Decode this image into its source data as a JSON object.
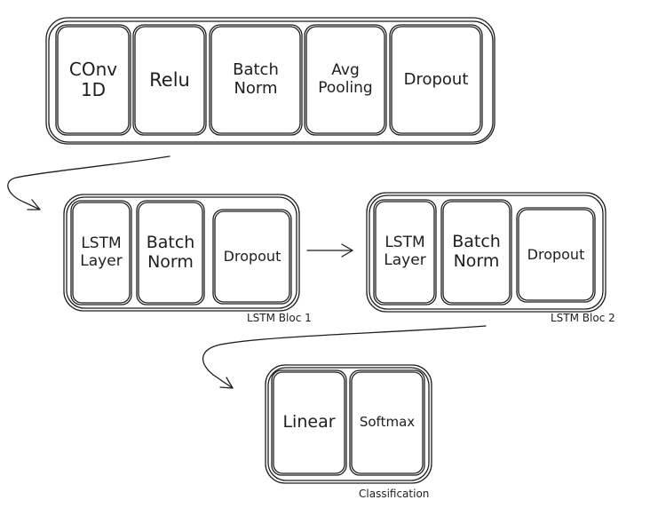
{
  "conv_block": {
    "layers": [
      "COnv\n1D",
      "Relu",
      "Batch\nNorm",
      "Avg\nPooling",
      "Dropout"
    ]
  },
  "lstm_bloc_1": {
    "caption": "LSTM Bloc 1",
    "layers": [
      "LSTM\nLayer",
      "Batch\nNorm",
      "Dropout"
    ]
  },
  "lstm_bloc_2": {
    "caption": "LSTM Bloc 2",
    "layers": [
      "LSTM\nLayer",
      "Batch\nNorm",
      "Dropout"
    ]
  },
  "classification": {
    "caption": "Classification",
    "layers": [
      "Linear",
      "Softmax"
    ]
  }
}
